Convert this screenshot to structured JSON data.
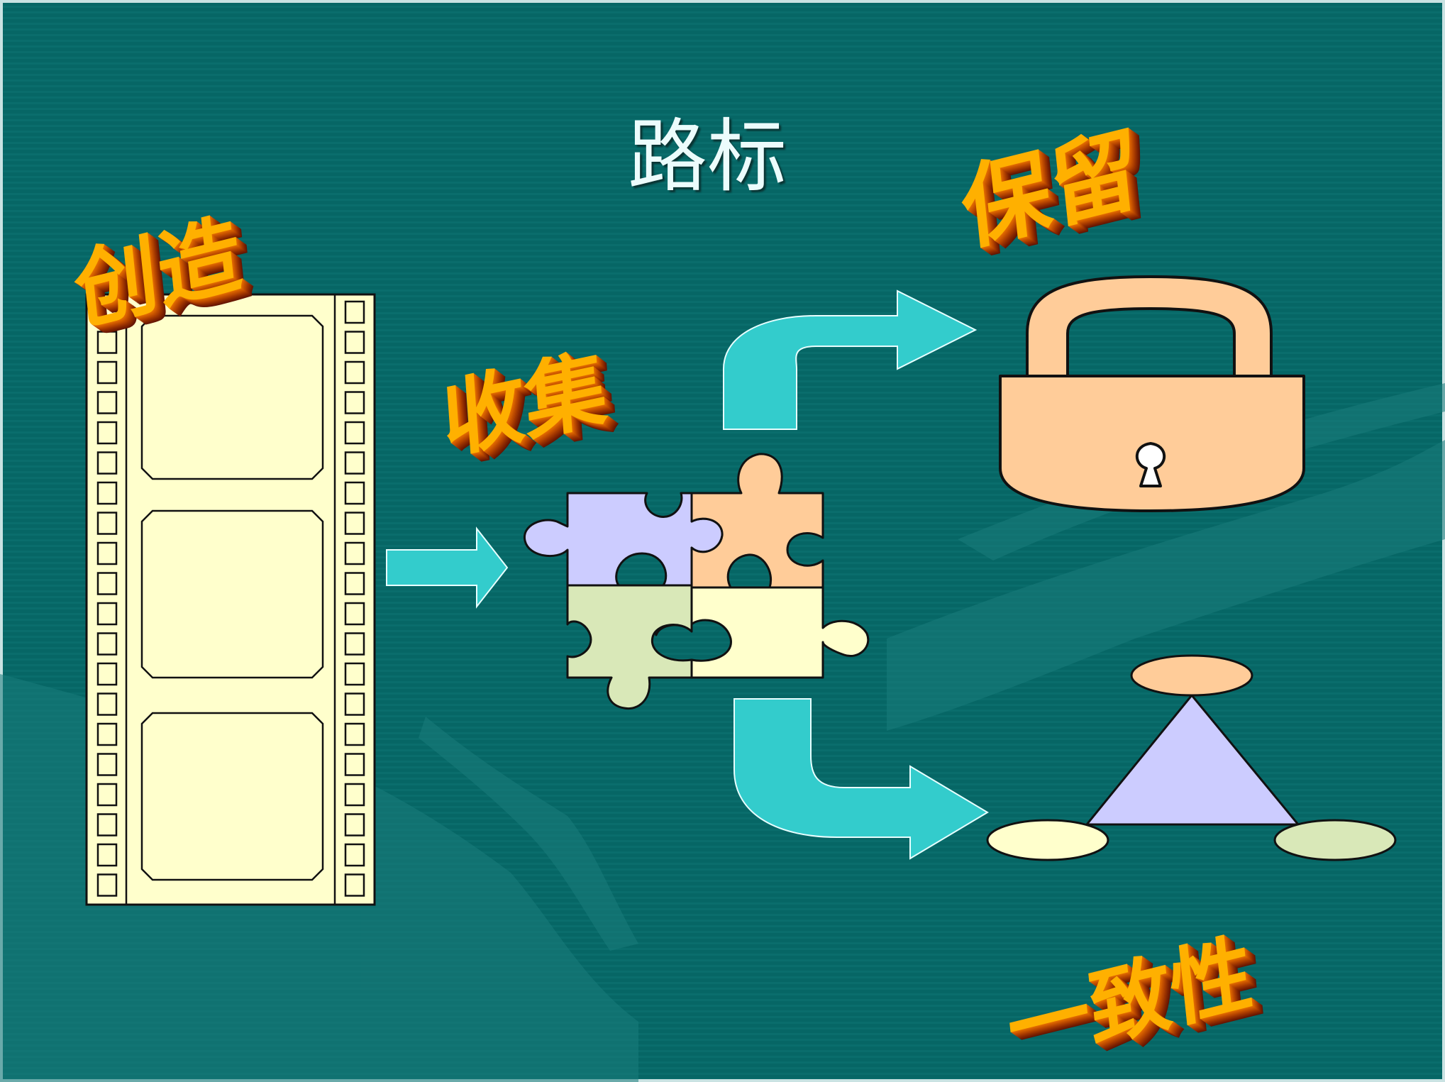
{
  "title": "路标",
  "labels": {
    "create": "创造",
    "collect": "收集",
    "keep": "保留",
    "consistency": "一致性"
  },
  "colors": {
    "background": "#066665",
    "arrow": "#33cccc",
    "wordart_face": "#ffb000",
    "wordart_side": "#b44400",
    "film": "#ffffcc",
    "lock": "#ffcc99",
    "puzzle_purple": "#ccccff",
    "puzzle_orange": "#ffcc99",
    "puzzle_green": "#d9e8b8",
    "puzzle_yellow": "#ffffcc",
    "triangle": "#ccccff"
  },
  "icons": [
    "film-strip-icon",
    "puzzle-icon",
    "padlock-icon",
    "triangle-network-icon"
  ]
}
